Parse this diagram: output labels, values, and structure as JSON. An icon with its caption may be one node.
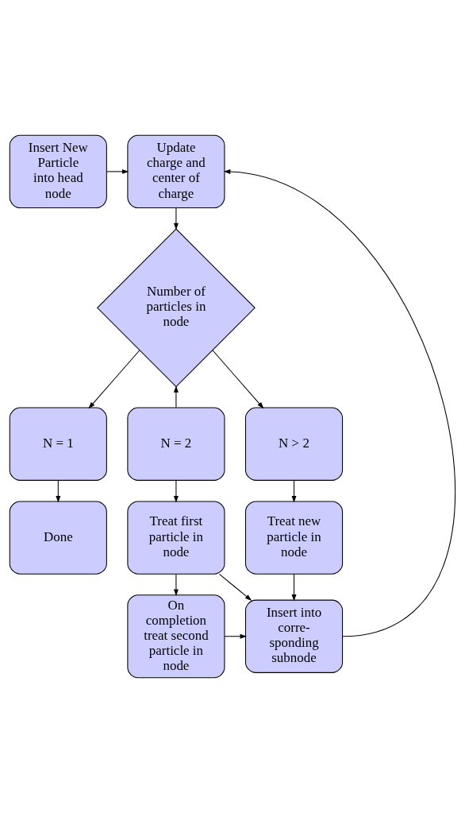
{
  "diagram": {
    "nodes": [
      {
        "text": [
          "Insert New Particle into head node"
        ]
      },
      {
        "text": [
          "Update charge and center of charge"
        ]
      },
      {
        "text": [
          "Number of particles in node"
        ]
      },
      {
        "text": [
          "N = 1"
        ]
      },
      {
        "text": [
          "N = 2"
        ]
      },
      {
        "text": [
          "N > 2"
        ]
      },
      {
        "text": [
          "Done"
        ]
      },
      {
        "text": [
          "Treat first particle in node"
        ]
      },
      {
        "text": [
          "Treat new particle in node"
        ]
      },
      {
        "text": [
          "On completion treat second particle in node"
        ]
      },
      {
        "text": [
          "Insert into corre- sponding subnode"
        ]
      }
    ],
    "edges": [
      {
        "from": 0,
        "to": 1,
        "arrow": "to"
      },
      {
        "from": 1,
        "to": 2,
        "arrow": "to"
      },
      {
        "from": 2,
        "to": 3,
        "arrow": "to"
      },
      {
        "from": 4,
        "to": 2,
        "arrow": "to"
      },
      {
        "from": 2,
        "to": 5,
        "arrow": "to"
      },
      {
        "from": 3,
        "to": 6,
        "arrow": "to"
      },
      {
        "from": 4,
        "to": 7,
        "arrow": "to"
      },
      {
        "from": 5,
        "to": 8,
        "arrow": "to"
      },
      {
        "from": 7,
        "to": 9,
        "arrow": "to"
      },
      {
        "from": 7,
        "to": 10,
        "arrow": "to"
      },
      {
        "from": 8,
        "to": 10,
        "arrow": "to"
      },
      {
        "from": 9,
        "to": 10,
        "arrow": "to"
      },
      {
        "from": 10,
        "to": 1,
        "arrow": "to"
      }
    ]
  }
}
